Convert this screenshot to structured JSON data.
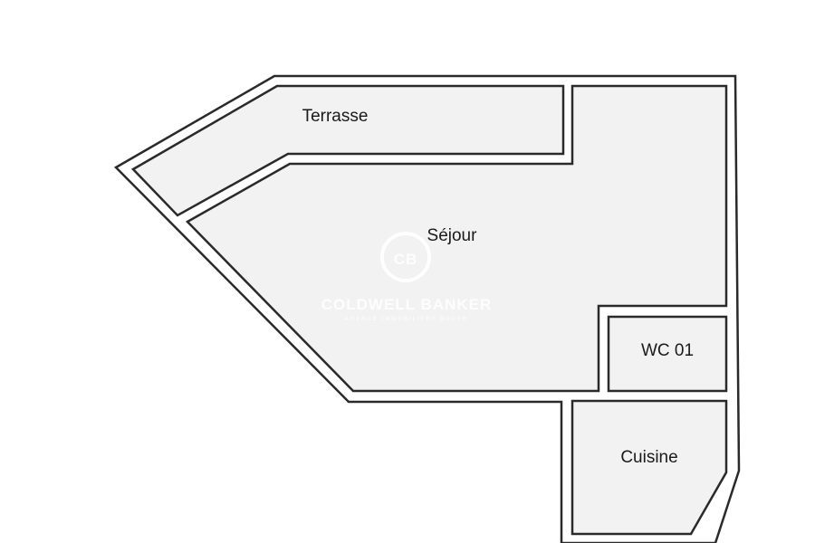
{
  "rooms": {
    "terrasse": {
      "label": "Terrasse"
    },
    "sejour": {
      "label": "Séjour"
    },
    "wc": {
      "label": "WC 01"
    },
    "cuisine": {
      "label": "Cuisine"
    }
  },
  "watermark": {
    "monogram": "CB",
    "brand": "COLDWELL BANKER",
    "tagline": "AGENCE IMMOBILIÈRE BAUER"
  },
  "colors": {
    "room_fill": "#f2f2f2",
    "wall_stroke": "#2a2a2a",
    "background": "#ffffff"
  }
}
